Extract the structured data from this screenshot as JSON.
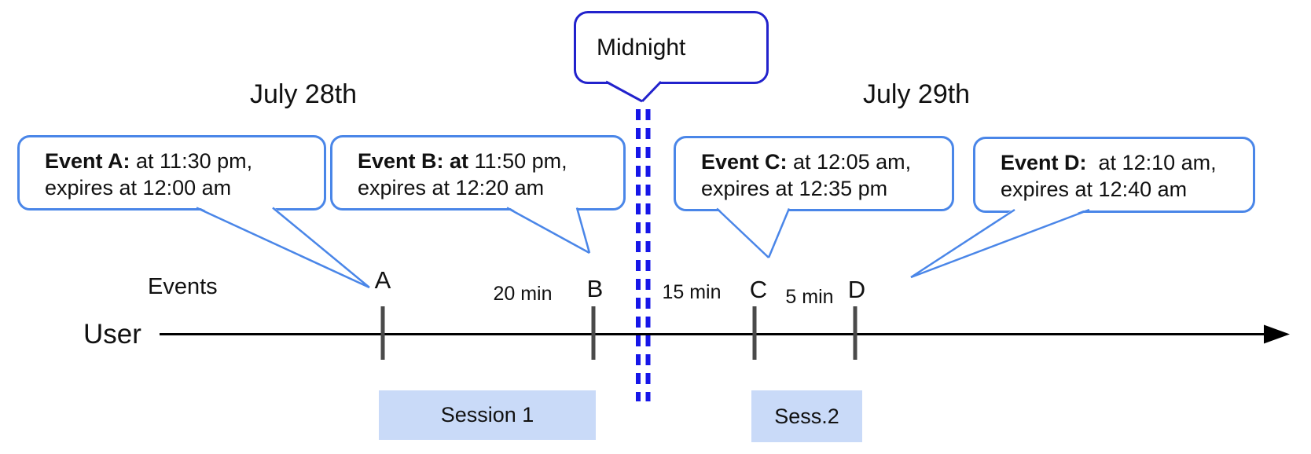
{
  "diagram": {
    "dates": {
      "left": "July 28th",
      "right": "July 29th"
    },
    "midnight_label": "Midnight",
    "axis": {
      "events_label": "Events",
      "user_label": "User"
    },
    "event_callouts": [
      {
        "title": "Event A:",
        "line1_rest": " at 11:30 pm,",
        "line2": "expires at 12:00 am"
      },
      {
        "title": "Event B: at",
        "line1_rest": " 11:50 pm,",
        "line2": "expires at 12:20 am"
      },
      {
        "title": "Event C:",
        "line1_rest": " at 12:05 am,",
        "line2": "expires at 12:35 pm"
      },
      {
        "title": "Event D:",
        "line1_rest": "  at 12:10 am,",
        "line2": "expires at 12:40 am"
      }
    ],
    "tick_labels": [
      "A",
      "B",
      "C",
      "D"
    ],
    "intervals": [
      {
        "label": "20 min"
      },
      {
        "label": "15 min"
      },
      {
        "label": "5 min"
      }
    ],
    "sessions": [
      {
        "label": "Session 1"
      },
      {
        "label": "Sess.2"
      }
    ],
    "colors": {
      "callout_border": "#4a86e8",
      "midnight_border": "#2222cc",
      "dashed_line": "#1616e8",
      "session_fill": "#c9daf8",
      "tick": "#4a4a4a",
      "timeline": "#000000"
    }
  }
}
